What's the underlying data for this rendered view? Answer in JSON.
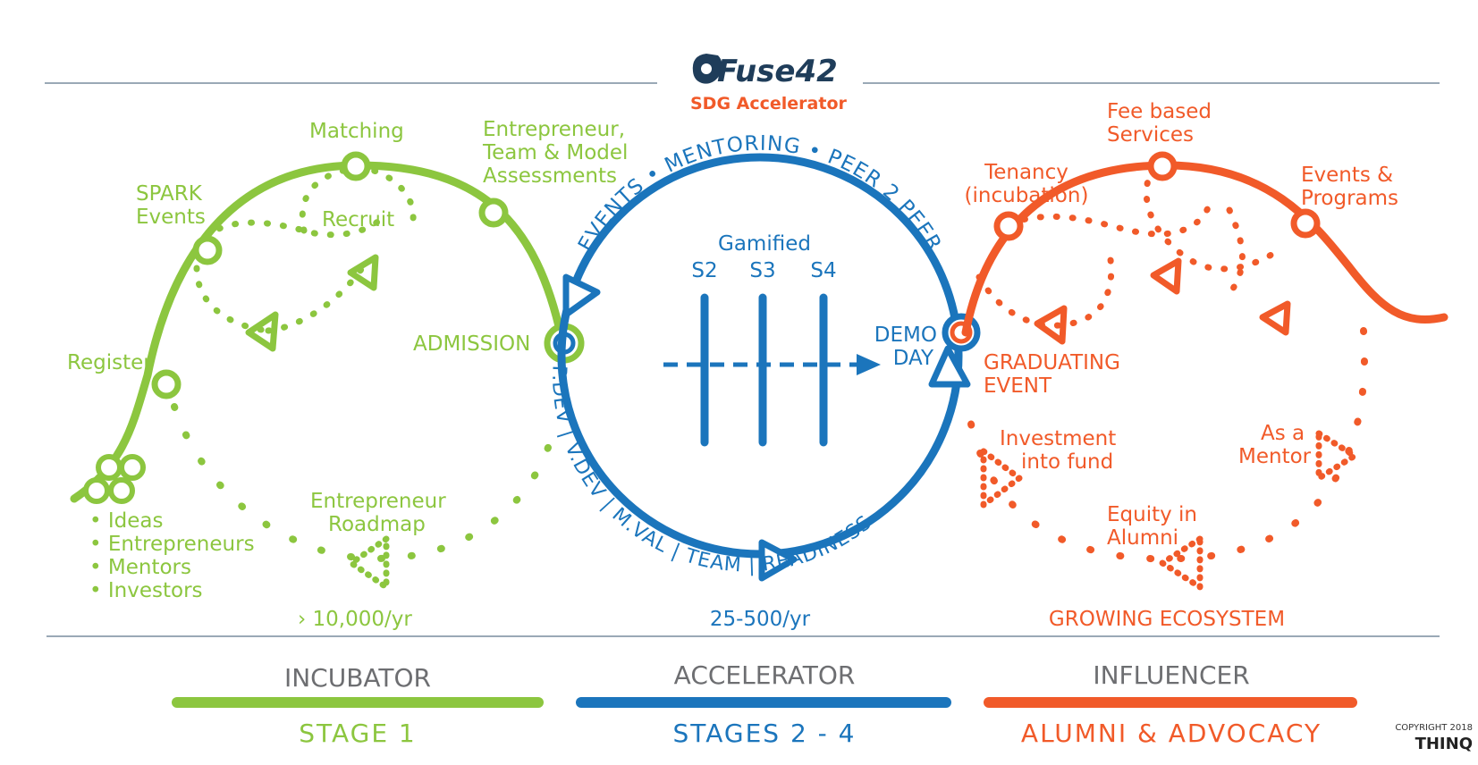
{
  "logo": {
    "name": "Fuse42",
    "subtitle": "SDG Accelerator"
  },
  "colors": {
    "incubator": "#8cc63f",
    "accelerator": "#1b75bc",
    "influencer": "#f15a29",
    "rule": "#9aa9b6",
    "stage_text": "#6d6e71"
  },
  "incubator": {
    "steps": [
      "Register",
      "SPARK",
      "Events",
      "Matching",
      "Recruit",
      "Entrepreneur,",
      "Team & Model",
      "Assessments",
      "ADMISSION"
    ],
    "inputs": [
      "• Ideas",
      "• Entrepreneurs",
      "• Mentors",
      "• Investors"
    ],
    "roadmap": [
      "Entrepreneur",
      "Roadmap"
    ],
    "volume": "› 10,000/yr"
  },
  "accelerator": {
    "top_arc": "EVENTS • MENTORING • PEER 2 PEER",
    "bottom_arc": "P.DEV | V.DEV | M.VAL | TEAM | READINESS",
    "gamified": "Gamified",
    "sprints": [
      "S2",
      "S3",
      "S4"
    ],
    "demo_day": [
      "DEMO",
      "DAY"
    ],
    "volume": "25-500/yr"
  },
  "influencer": {
    "steps": [
      "Tenancy",
      "(incubation)",
      "Fee based",
      "Services",
      "Events &",
      "Programs",
      "GRADUATING",
      "EVENT"
    ],
    "outcomes": [
      "Investment",
      "into fund",
      "Equity in",
      "Alumni",
      "As a",
      "Mentor"
    ],
    "ecosystem": "GROWING ECOSYSTEM"
  },
  "stages": [
    {
      "title": "INCUBATOR",
      "label": "STAGE 1"
    },
    {
      "title": "ACCELERATOR",
      "label": "STAGES 2 - 4"
    },
    {
      "title": "INFLUENCER",
      "label": "ALUMNI & ADVOCACY"
    }
  ],
  "copyright": {
    "line": "COPYRIGHT 2018",
    "brand": "THINQ"
  }
}
